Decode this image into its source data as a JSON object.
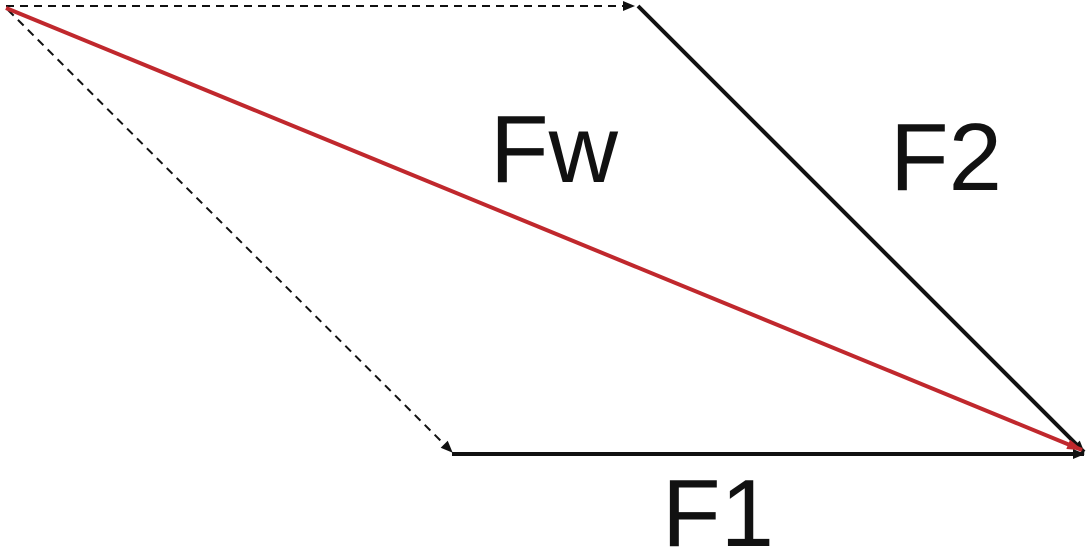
{
  "labels": {
    "resultant": "Fw",
    "force_2": "F2",
    "force_1": "F1"
  },
  "colors": {
    "resultant": "#c0282d",
    "vectors": "#111111",
    "construction": "#111111",
    "background": "#ffffff"
  }
}
